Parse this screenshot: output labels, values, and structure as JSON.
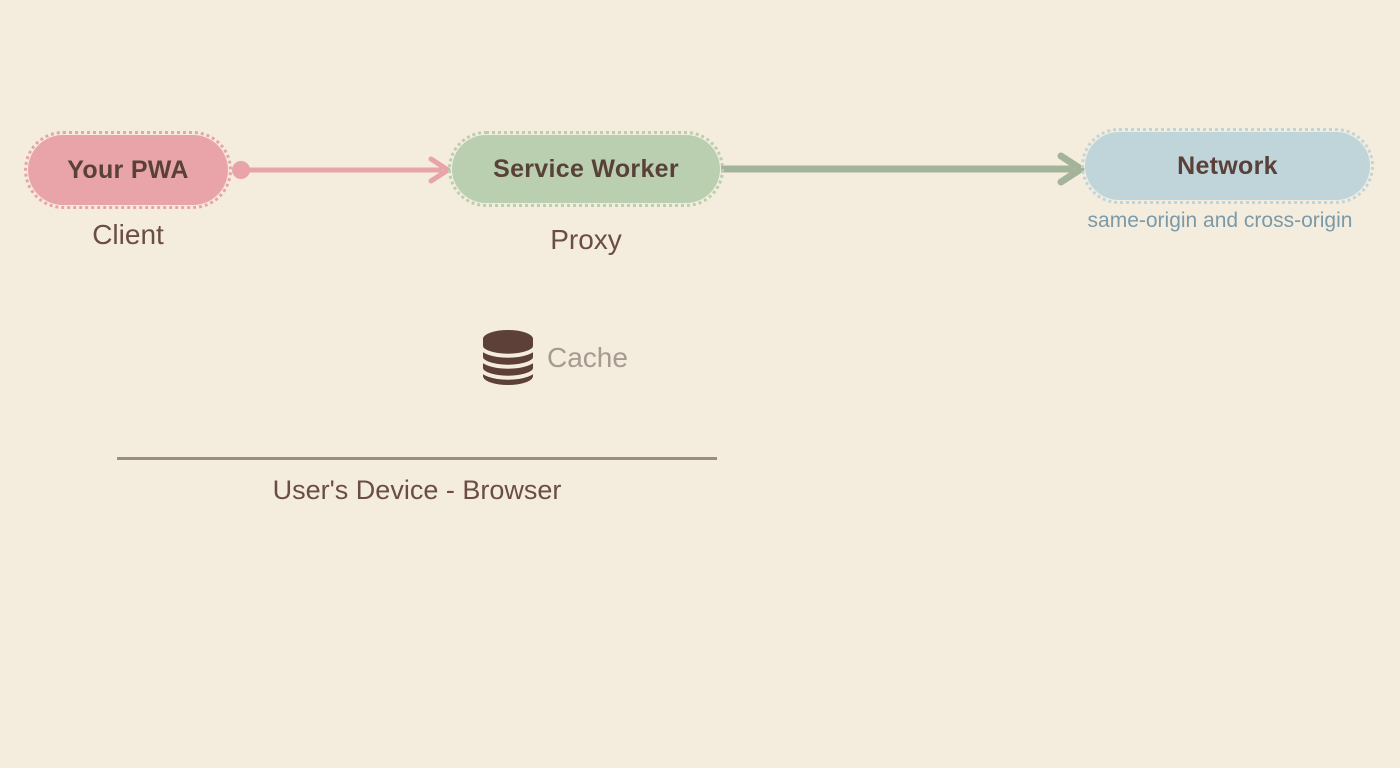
{
  "diagram": {
    "nodes": {
      "pwa": {
        "label": "Your PWA",
        "sublabel": "Client"
      },
      "service_worker": {
        "label": "Service Worker",
        "sublabel": "Proxy"
      },
      "network": {
        "label": "Network",
        "sublabel": "same-origin and cross-origin"
      }
    },
    "cache": {
      "label": "Cache",
      "icon": "database-icon"
    },
    "browser_scope": {
      "label": "User's Device - Browser"
    }
  },
  "colors": {
    "bg": "#f4edde",
    "pink": "#e8a4a8",
    "green": "#b9cfb0",
    "blue": "#c0d5da",
    "arrow-pink": "#e8a4a8",
    "arrow-green": "#a3b49a",
    "dark-text": "#594139",
    "brown-text": "#6b4d44",
    "slate-text": "#7b9aa9",
    "muted-text": "#a79a8f",
    "line-color": "#9d8b84",
    "icon-color": "#5d4037"
  }
}
